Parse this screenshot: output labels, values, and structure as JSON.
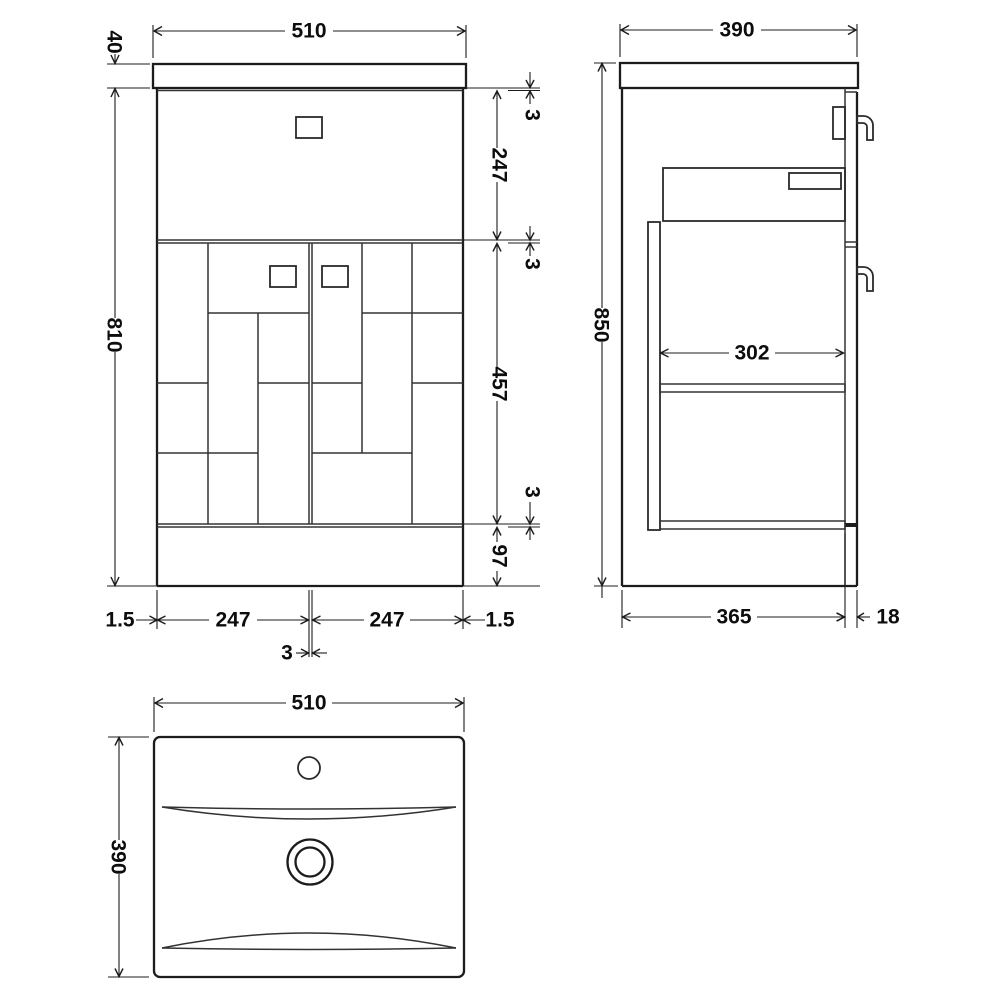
{
  "meta": {
    "type": "technical-drawing",
    "subject": "Bathroom vanity basin unit with block-pattern doors, three dimensioned views",
    "units": "mm"
  },
  "colors": {
    "line": "#1c1c1c",
    "text": "#0d0d0d",
    "background": "#ffffff"
  },
  "front": {
    "label": "front-elevation",
    "dims": {
      "overall_width": "510",
      "worktop_thickness": "40",
      "cabinet_height": "810",
      "top_gap": "3",
      "upper_panel_height": "247",
      "mid_gap": "3",
      "door_height": "457",
      "bottom_gap": "3",
      "plinth_height": "97",
      "left_margin": "1.5",
      "left_door_width": "247",
      "right_door_width": "247",
      "right_margin": "1.5",
      "center_gap": "3"
    }
  },
  "side": {
    "label": "side-elevation",
    "dims": {
      "overall_depth": "390",
      "overall_height": "850",
      "internal_depth": "302",
      "carcass_depth": "365",
      "door_thickness": "18"
    }
  },
  "plan": {
    "label": "basin-plan-view",
    "dims": {
      "basin_width": "510",
      "basin_depth": "390"
    }
  }
}
